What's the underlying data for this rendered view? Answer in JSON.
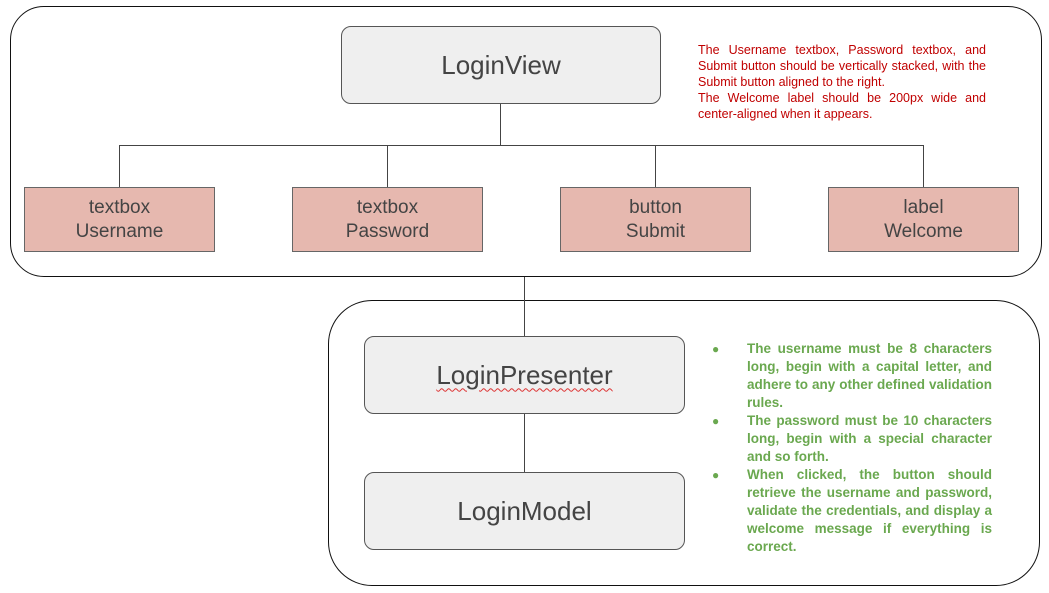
{
  "view": {
    "title": "LoginView",
    "note_lines": [
      "The Username textbox, Password textbox, and Submit button should be vertically stacked, with the Submit button aligned to the right.",
      "The Welcome label should be 200px wide and center-aligned when it appears."
    ],
    "children": [
      {
        "type": "textbox",
        "name": "Username"
      },
      {
        "type": "textbox",
        "name": "Password"
      },
      {
        "type": "button",
        "name": "Submit"
      },
      {
        "type": "label",
        "name": "Welcome"
      }
    ]
  },
  "presenter": {
    "title": "LoginPresenter",
    "model_title": "LoginModel",
    "notes": [
      "The username must be 8 characters long, begin with a capital letter, and adhere to any other defined validation rules.",
      "The password must be 10 characters long, begin with a special character and so forth.",
      "When clicked, the button should retrieve the username and password, validate the credentials, and display a welcome message if everything is correct."
    ],
    "bullet": "●"
  },
  "colors": {
    "child_fill": "#e6b8af",
    "box_fill": "#efefef",
    "red_note": "#c00000",
    "green_note": "#6aa84f"
  }
}
